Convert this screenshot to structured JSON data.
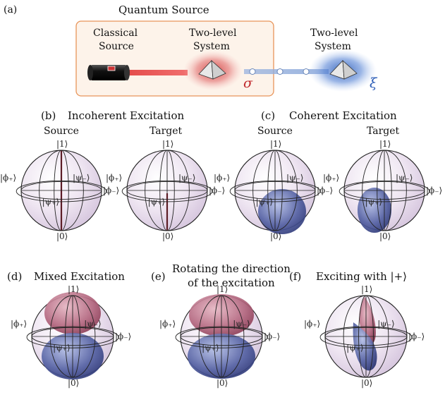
{
  "panel_a": {
    "tag": "(a)",
    "title": "Quantum Source",
    "classical_source": [
      "Classical",
      "Source"
    ],
    "two_level_1": [
      "Two-level",
      "System"
    ],
    "two_level_2": [
      "Two-level",
      "System"
    ],
    "sigma": "σ",
    "xi": "ξ"
  },
  "panel_b": {
    "tag": "(b)",
    "title": "Incoherent Excitation",
    "left": "Source",
    "right": "Target"
  },
  "panel_c": {
    "tag": "(c)",
    "title": "Coherent Excitation",
    "left": "Source",
    "right": "Target"
  },
  "panel_d": {
    "tag": "(d)",
    "title": "Mixed Excitation"
  },
  "panel_e": {
    "tag": "(e)",
    "title": [
      "Rotating the direction",
      "of the  excitation"
    ]
  },
  "panel_f": {
    "tag": "(f)",
    "title": "Exciting with  |+⟩"
  },
  "kets": {
    "one": "|1⟩",
    "zero": "|0⟩",
    "phi_plus": "|ϕ₊⟩",
    "phi_minus": "|ϕ₋⟩",
    "psi_plus": "|ψ₊⟩",
    "psi_minus": "|ψ₋⟩"
  },
  "colors": {
    "sphere_fill": "#ece4f0",
    "box_border": "#e8955a",
    "box_fill": "#fdf3ea",
    "laser": "#e23a3a",
    "red_glow": "#d23a3a",
    "blue_glow": "#2f5fb8",
    "red_ellipsoid": "#a9586e",
    "blue_ellipsoid": "#3e4a8c",
    "state_line": "#8a1a2a"
  }
}
